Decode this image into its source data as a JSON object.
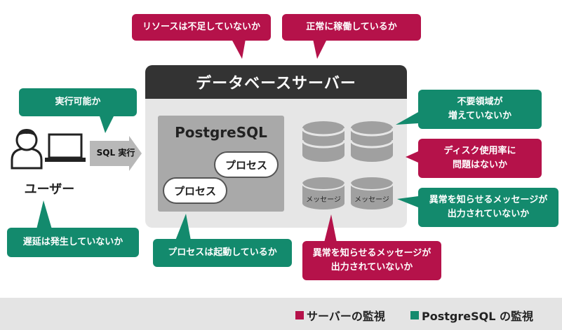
{
  "server": {
    "title": "データベースサーバー",
    "postgres_title": "PostgreSQL",
    "process_label_1": "プロセス",
    "process_label_2": "プロセス",
    "message_db_label_1": "メッセージ",
    "message_db_label_2": "メッセージ"
  },
  "user": {
    "label": "ユーザー",
    "sql_arrow_label": "SQL 実行"
  },
  "bubbles": {
    "resources": "リソースは不足していないか",
    "running": "正常に稼働しているか",
    "executable": "実行可能か",
    "unneeded_area_line1": "不要領域が",
    "unneeded_area_line2": "増えていないか",
    "disk_usage_line1": "ディスク使用率に",
    "disk_usage_line2": "問題はないか",
    "msg_green_line1": "異常を知らせるメッセージが",
    "msg_green_line2": "出力されていないか",
    "latency": "遅延は発生していないか",
    "process_running": "プロセスは起動しているか",
    "msg_red_line1": "異常を知らせるメッセージが",
    "msg_red_line2": "出力されていないか"
  },
  "legend": {
    "server_monitoring": "サーバーの監視",
    "postgres_monitoring": "PostgreSQL の監視"
  },
  "colors": {
    "server_monitoring": "#b5124a",
    "postgres_monitoring": "#138a6d",
    "header": "#333333",
    "server_bg": "#e6e6e6"
  }
}
